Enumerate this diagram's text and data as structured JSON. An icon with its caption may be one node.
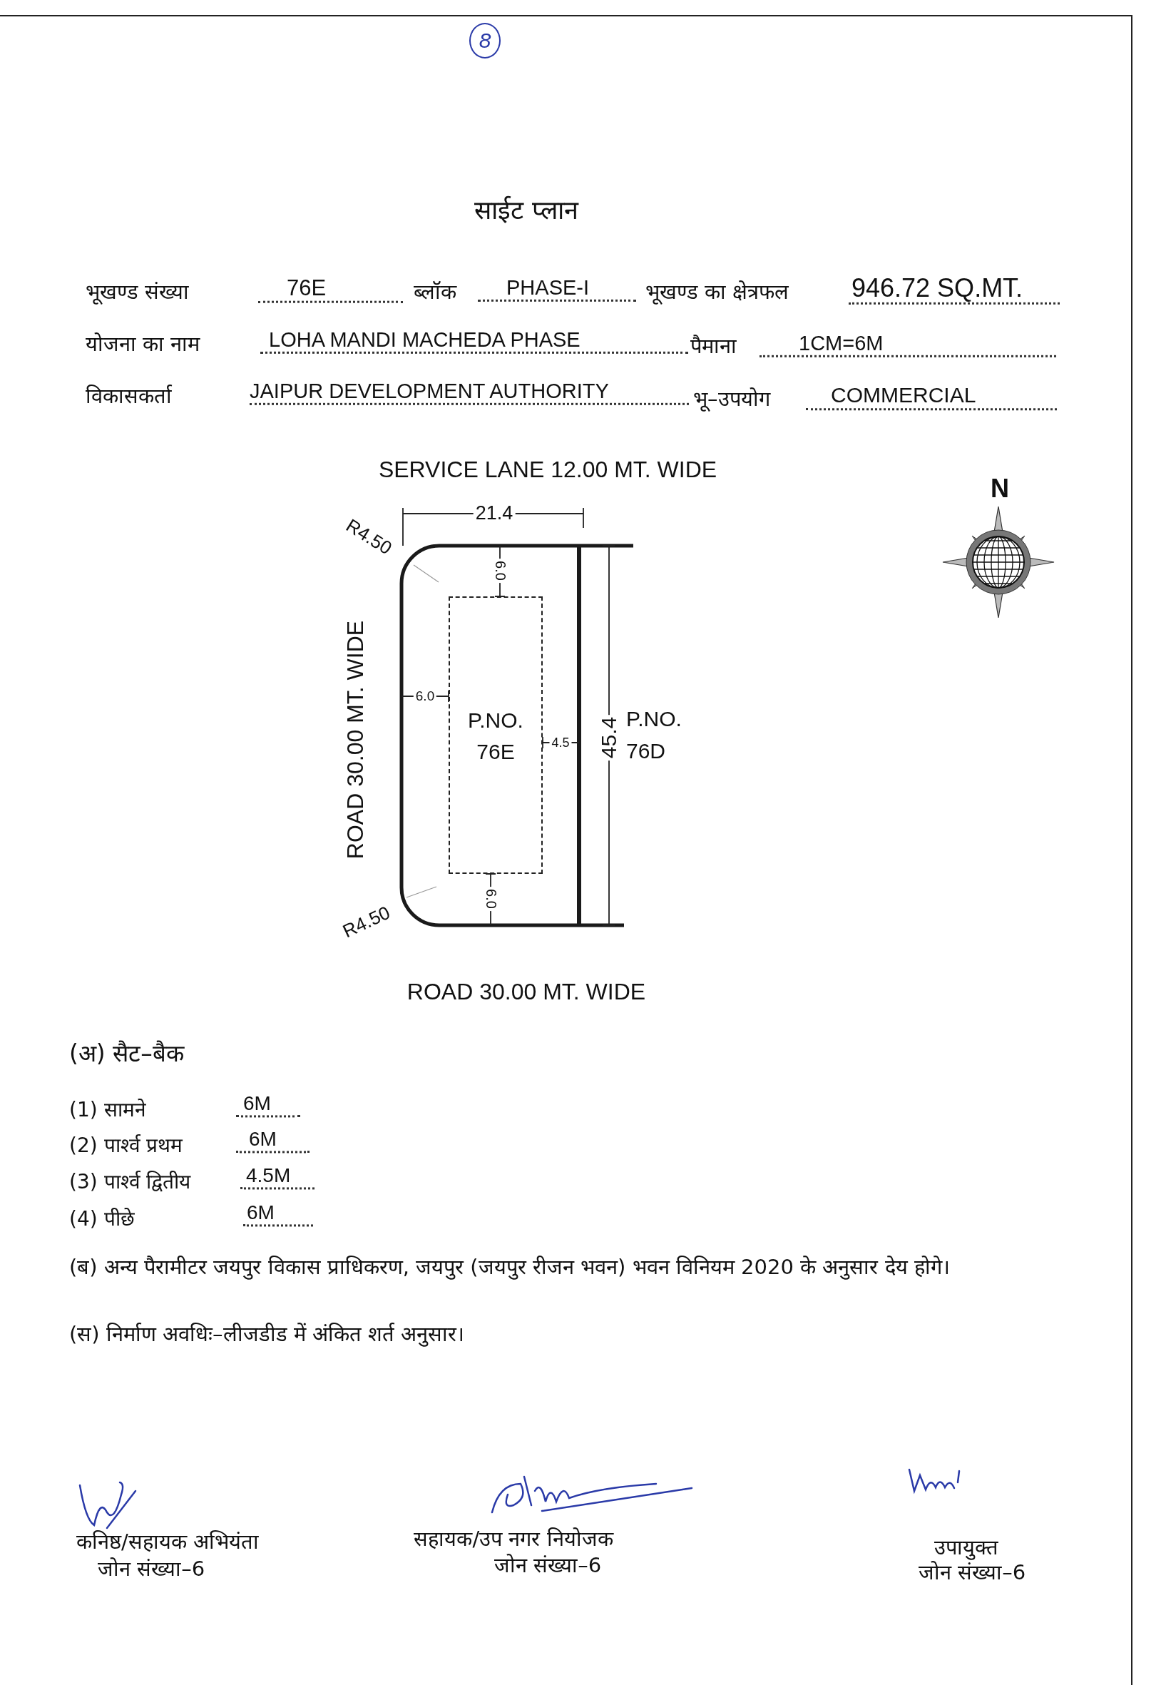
{
  "diagram": {
    "title": "साईट प्लान",
    "nodes": [
      {
        "text": [
          "P.NO. 76E"
        ]
      }
    ],
    "labels": [
      "8",
      "भूखण्ड संख्या",
      "76E",
      "ब्लॉक",
      "PHASE-I",
      "भूखण्ड का क्षेत्रफल",
      "946.72 SQ.MT.",
      "योजना का नाम",
      "LOHA MANDI MACHEDA PHASE",
      "पैमाना",
      "1CM=6M",
      "विकासकर्ता",
      "JAIPUR DEVELOPMENT AUTHORITY",
      "भू–उपयोग",
      "COMMERCIAL",
      "SERVICE LANE 12.00 MT. WIDE",
      "N",
      "R4.50",
      "21.4",
      "6.0",
      "ROAD 30.00 MT. WIDE",
      "6.0",
      "4.5",
      "45.4",
      "P.NO. 76D",
      "R4.50",
      "6.0",
      "ROAD 30.00 MT. WIDE",
      "(अ) सैट–बैक",
      "(1) सामने",
      "6M",
      "(2) पार्श्व प्रथम",
      "6M",
      "(3) पार्श्व द्वितीय",
      "4.5M",
      "(4) पीछे",
      "6M",
      "(ब) अन्य पैरामीटर जयपुर विकास प्राधिकरण, जयपुर (जयपुर रीजन भवन) भवन विनियम 2020 के अनुसार देय होगे।",
      "(स) निर्माण अवधिः–लीजडीड में अंकित शर्त अनुसार।",
      "कनिष्ठ/सहायक अभियंता",
      "जोन संख्या–6",
      "सहायक/उप नगर नियोजक",
      "जोन संख्या–6",
      "उपायुक्त",
      "जोन संख्या–6"
    ]
  }
}
